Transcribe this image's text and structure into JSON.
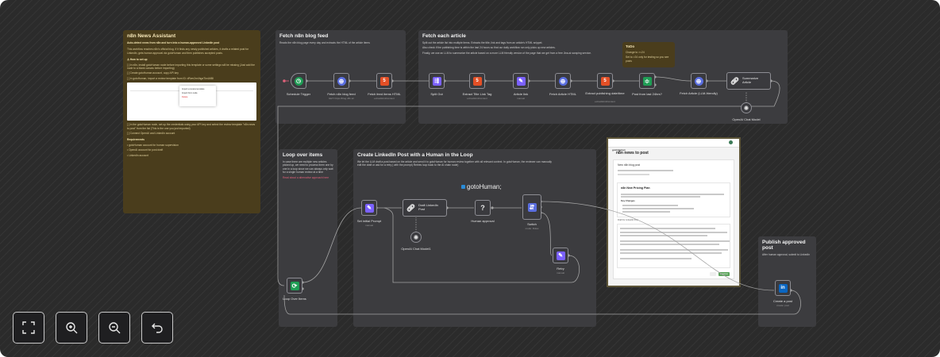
{
  "stickies": {
    "news_assistant": {
      "title": "n8n News Assistant",
      "subtitle": "Auto-detect news from n8n and turn into a human-approved LinkedIn post",
      "intro": "This workflow reaches n8n's official blog. If it finds any newly published articles, it drafts a related post for LinkedIn, gets human approval via gotoHuman and then publishes accepted posts.",
      "howto_title": "How to set up",
      "step1": "[ ] In n8n, install gotoHuman node before importing this template or some settings will be missing (Just add the node to a blank canvas before importing)",
      "step2": "[ ] Create gotoHuman account, copy API key",
      "step3": "[ ] In gotoHuman, import a review template from ID: dRvm2m4hgaTknU6Bl",
      "step4": "[ ] In the gotoHuman node, set up the credentials using your API key and select the review template \"n8n news to post\" from the list (This is the one you just imported)",
      "step5": "[ ] Connect OpenAI and LinkedIn account",
      "req_title": "Requirements",
      "req1": "gotoHuman account for human supervision",
      "req2": "OpenAI account for post draft",
      "req3": "LinkedIn account",
      "popup_line1": "Import a review template",
      "popup_line2": "Import from code",
      "popup_line3": "Delete"
    },
    "fetch_blog": {
      "title": "Fetch n8n blog feed",
      "text": "Reads the n8n blog page every day and extracts the HTML of the article items"
    },
    "fetch_article": {
      "title": "Fetch each article",
      "text1": "Split out the article list into multiple items. Extracts the title, link and tags from an article's HTML snippet.",
      "text2": "Also check if the publishing time is within the last 24 hours so that our daily workflow run only picks up new articles.",
      "text3": "Finally, we use an LLM to summarize the article based on a more LLM friendly version of the page that we get from a free Jina.ai scraping service."
    },
    "todo": {
      "title": "ToDo",
      "line1": "Change to >=24",
      "line2": "Set to >24 only for testing so you see posts"
    },
    "loop": {
      "title": "Loop over items",
      "text": "In case there are multiple new articles picked up, we need to process them one by one in a loop since we can always only wait for a single human review at a time",
      "link": "Read about a alternative approach here"
    },
    "linkedin": {
      "title": "Create LinkedIn Post with a Human in the Loop",
      "text": "We let the LLM draft a post based on the article and send it to gotoHuman for human review together with all relevant context. In gotoHuman, the reviewer can manually edit the draft or ask for a retry ( with the prompt) Retries loop back to the AI chain node)"
    },
    "publish": {
      "title": "Publish approved post",
      "text": "After human approval, submit to LinkedIn"
    }
  },
  "nodes": {
    "schedule": {
      "label": "Schedule Trigger",
      "icon": "clock-icon"
    },
    "fetch_feed": {
      "label": "Fetch n8n blog feed",
      "sub": "GET: https://blog.n8n.io/",
      "icon": "globe-icon"
    },
    "fetch_items_html": {
      "label": "Fetch feed items HTML",
      "sub": "extractHtmlContent",
      "icon": "html-icon"
    },
    "split_out": {
      "label": "Split Out",
      "icon": "split-icon"
    },
    "extract_title": {
      "label": "Extract Title Link Tag",
      "sub": "extractHtmlContent",
      "icon": "html-icon"
    },
    "article_link": {
      "label": "Article link",
      "sub": "manual",
      "icon": "pencil-icon"
    },
    "fetch_article_html": {
      "label": "Fetch Article HTML",
      "icon": "globe-icon"
    },
    "extract_date": {
      "label": "Extract publishing date/time",
      "sub": "extractHtmlContent",
      "icon": "html-icon"
    },
    "filter": {
      "label": "Post from last 24hrs?",
      "icon": "filter-icon"
    },
    "fetch_llm": {
      "label": "Fetch Article (LLM-friendly)",
      "icon": "globe-icon"
    },
    "summarize": {
      "label": "Summarize Article",
      "icon": "chain-icon"
    },
    "openai1": {
      "label": "OpenAI Chat Model",
      "icon": "openai-icon"
    },
    "loop_items": {
      "label": "Loop Over Items",
      "icon": "loop-icon"
    },
    "set_prompt": {
      "label": "Set initial Prompt",
      "sub": "manual",
      "icon": "pencil-icon"
    },
    "draft_post": {
      "label": "Draft LinkedIn Post",
      "icon": "chain-icon"
    },
    "openai2": {
      "label": "OpenAI Chat Model1",
      "icon": "openai-icon"
    },
    "human_approval": {
      "label": "Human approval",
      "icon": "question-icon"
    },
    "switch": {
      "label": "Switch",
      "sub": "mode: Rules",
      "icon": "switch-icon"
    },
    "retry": {
      "label": "Retry",
      "sub": "manual",
      "icon": "pencil-icon"
    },
    "create_post": {
      "label": "Create a post",
      "sub": "create: post",
      "icon": "linkedin-icon"
    }
  },
  "brand": {
    "gotohuman": "gotoHuman;"
  },
  "review_screenshot": {
    "brand": "gotoHuman",
    "title": "n8n news to post",
    "section": "New n8n blog post",
    "post_title": "n8n New Pricing Plan",
    "key_changes": "Key Changes",
    "draft_label": "Draft for LinkedIn Post",
    "approve_label": "Approve"
  },
  "controls": [
    {
      "name": "fit-view-button",
      "icon": "fit-view-icon"
    },
    {
      "name": "zoom-in-button",
      "icon": "zoom-in-icon"
    },
    {
      "name": "zoom-out-button",
      "icon": "zoom-out-icon"
    },
    {
      "name": "undo-button",
      "icon": "undo-icon"
    }
  ],
  "colors": {
    "canvas": "#2b2b2b",
    "sticky": "#3c3c3f",
    "sticky_yellow": "#4a3d1c",
    "node_border": "#8d8d93",
    "edge": "#a3a3a3",
    "html_red": "#e34f26",
    "filter_green": "#1f9d55",
    "pencil_purple": "#7b61ff",
    "globe_blue": "#5a6ee0",
    "gotohuman_blue": "#2a8cd8",
    "linkedin_blue": "#0a66c2",
    "approve_green": "#5aa35a"
  }
}
